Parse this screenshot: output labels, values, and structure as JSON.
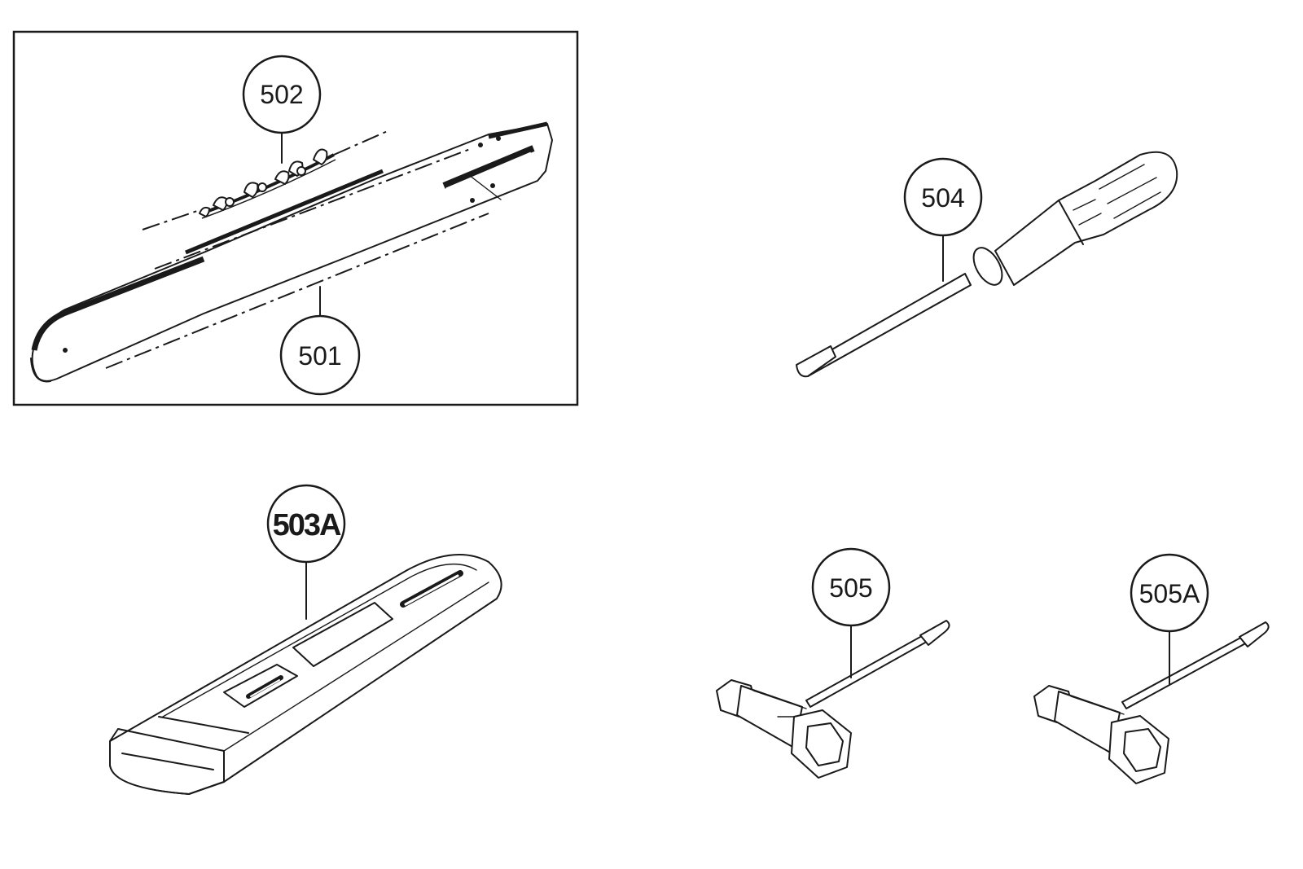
{
  "callouts": {
    "c501": "501",
    "c502": "502",
    "c503a": "503A",
    "c504": "504",
    "c505": "505",
    "c505a": "505A"
  }
}
